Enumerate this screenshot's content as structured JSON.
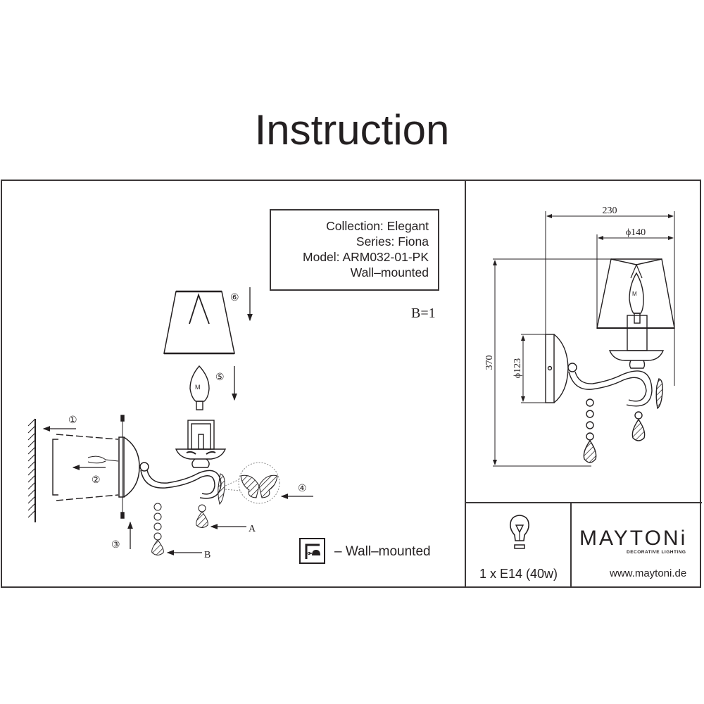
{
  "document": {
    "title": "Instruction"
  },
  "product_info": {
    "collection": "Collection: Elegant",
    "series": "Series: Fiona",
    "model": "Model: ARM032-01-PK",
    "mounting": "Wall–mounted"
  },
  "assembly_diagram": {
    "parts_count": "B=1",
    "steps": [
      "①",
      "②",
      "③",
      "④",
      "⑤",
      "⑥"
    ],
    "part_labels": [
      "A",
      "B"
    ]
  },
  "legend": {
    "icon": "wall-mount-icon",
    "text": "– Wall–mounted"
  },
  "dimensions": {
    "width": "230",
    "shade_diameter": "ϕ140",
    "height": "370",
    "backplate_diameter": "ϕ123"
  },
  "bulb": {
    "icon": "light-bulb-icon",
    "spec": "1 x E14 (40w)"
  },
  "brand": {
    "name": "MAYTONi",
    "tagline": "DECORATIVE LIGHTING",
    "website": "www.maytoni.de"
  },
  "colors": {
    "ink": "#231f20",
    "border": "#3a3637",
    "background": "#ffffff"
  }
}
